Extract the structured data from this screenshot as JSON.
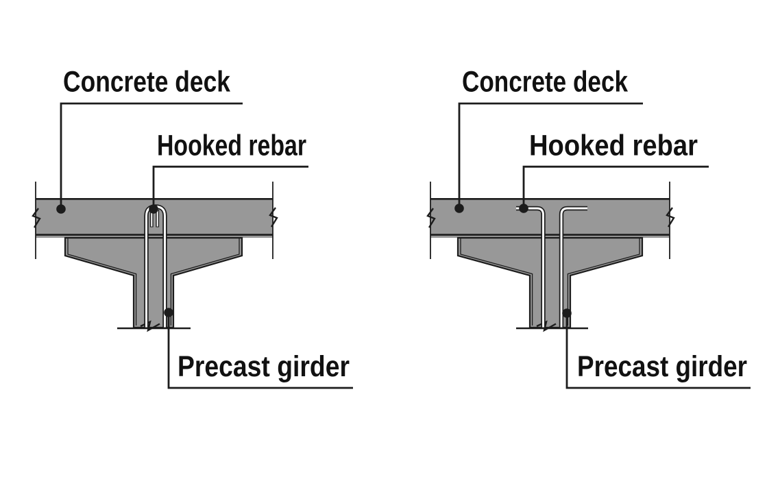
{
  "colors": {
    "concrete": "#989898",
    "line": "#1c1c1c",
    "rebar_highlight": "#ffffff",
    "label_text": "#111111",
    "background": "#ffffff"
  },
  "diagrams": [
    {
      "side": "left",
      "rebar_style": "hairpin loop with downward hooked ends",
      "labels": {
        "concrete_deck": "Concrete deck",
        "hooked_rebar": "Hooked rebar",
        "precast_girder": "Precast girder"
      }
    },
    {
      "side": "right",
      "rebar_style": "two bars with opposite 90-degree bends",
      "labels": {
        "concrete_deck": "Concrete deck",
        "hooked_rebar": "Hooked rebar",
        "precast_girder": "Precast girder"
      }
    }
  ]
}
